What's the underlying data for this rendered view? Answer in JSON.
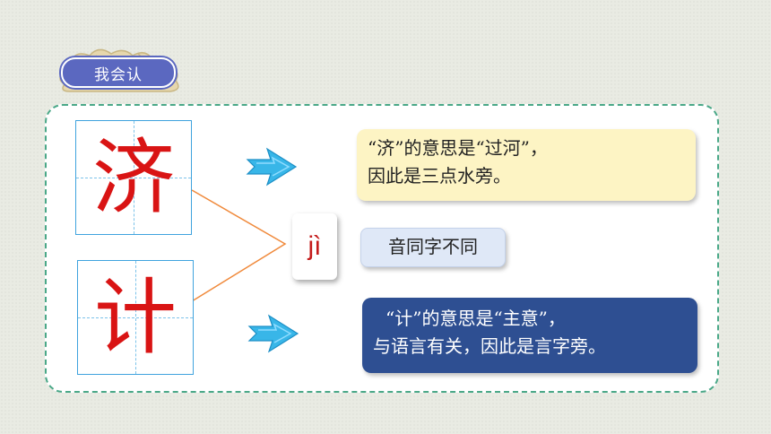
{
  "section": {
    "title": "我会认"
  },
  "characters": [
    {
      "char": "济"
    },
    {
      "char": "计"
    }
  ],
  "pinyin": "jì",
  "notes": {
    "ji_ferry": [
      "“济”的意思是“过河”，",
      "因此是三点水旁。"
    ],
    "same_sound": "音同字不同",
    "ji_plan": [
      "“计”的意思是“主意”，",
      "与语言有关，因此是言字旁。"
    ]
  },
  "colors": {
    "character_red": "#d91414",
    "badge_blue": "#5b68c0",
    "panel_border": "#4aa888",
    "grid_blue": "#3fa3de",
    "note_yellow": "#fdf4c4",
    "note_blue": "#2e4f92",
    "connector_orange": "#f08a3c",
    "arrow_cyan": "#38b6e8"
  },
  "icons": [
    "cloud-ornament-icon",
    "right-arrow-icon"
  ]
}
